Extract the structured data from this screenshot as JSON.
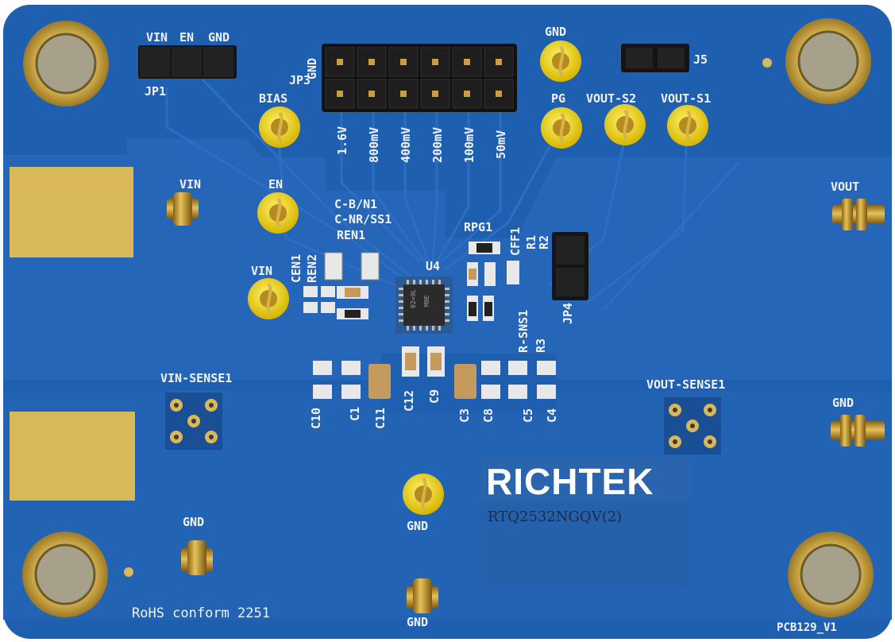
{
  "board": {
    "brand": "RICHTEK",
    "part_number": "RTQ2532NGQV(2)",
    "rohs": "RoHS conform 2251",
    "pcb_id": "PCB129_V1",
    "ic_ref": "U4",
    "ic_marking_line1": "02=9L",
    "ic_marking_line2": "M0E",
    "colors": {
      "solder_mask": "#1f5fb0",
      "silkscreen": "#f2f2f2",
      "copper_pad": "#d9b85a",
      "test_point": "#f2d000"
    }
  },
  "labels": {
    "jp1": "JP1",
    "jp1_vin": "VIN",
    "jp1_en": "EN",
    "jp1_gnd": "GND",
    "jp3": "JP3",
    "jp3_gnd": "GND",
    "jp3_options": [
      "1.6V",
      "800mV",
      "400mV",
      "200mV",
      "100mV",
      "50mV"
    ],
    "j5": "J5",
    "jp4": "JP4",
    "bias": "BIAS",
    "en": "EN",
    "vin_tp": "VIN",
    "vin_post": "VIN",
    "gnd_top": "GND",
    "pg": "PG",
    "vout_s2": "VOUT-S2",
    "vout_s1": "VOUT-S1",
    "vout": "VOUT",
    "gnd_right": "GND",
    "gnd_bottom_left": "GND",
    "gnd_center": "GND",
    "gnd_bottom": "GND",
    "vin_sense": "VIN-SENSE1",
    "vout_sense": "VOUT-SENSE1",
    "cb_n1": "C-B/N1",
    "cnr_ss1": "C-NR/SS1",
    "ren1": "REN1",
    "cen1": "CEN1",
    "ren2": "REN2",
    "rpg1": "RPG1",
    "cff1": "CFF1",
    "r1": "R1",
    "r2": "R2",
    "r_sns1": "R-SNS1",
    "r3": "R3",
    "caps": [
      "C10",
      "C1",
      "C11",
      "C12",
      "C9",
      "C3",
      "C8",
      "C5",
      "C4"
    ]
  }
}
